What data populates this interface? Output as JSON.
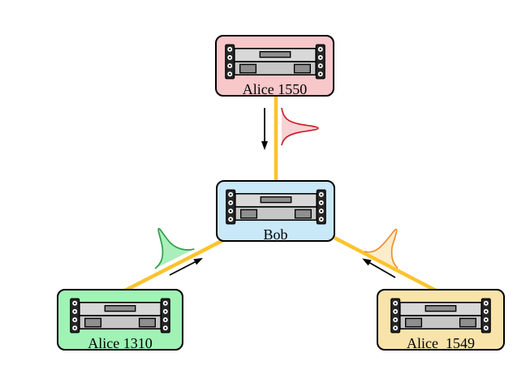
{
  "canvas": {
    "background": "#ffffff"
  },
  "diagram": {
    "type": "network-topology",
    "nodes": [
      {
        "id": "alice-1550",
        "label": "Alice 1550",
        "fill": "#f7c7ca",
        "border": "#000000"
      },
      {
        "id": "bob",
        "label": "Bob",
        "fill": "#c9e8f8",
        "border": "#000000"
      },
      {
        "id": "alice-1310",
        "label": "Alice 1310",
        "fill": "#a0f2b5",
        "border": "#000000"
      },
      {
        "id": "alice-1549",
        "label": "Alice  1549",
        "fill": "#f8e3ab",
        "border": "#000000"
      }
    ],
    "links": [
      {
        "from": "alice-1550",
        "to": "bob",
        "direction": "down",
        "stroke": "#fcc32d",
        "arrow_color": "#000000",
        "pulse_stroke": "#cc2128",
        "pulse_fill": "#f8d2d4"
      },
      {
        "from": "alice-1310",
        "to": "bob",
        "direction": "up-right",
        "stroke": "#fcc32d",
        "arrow_color": "#000000",
        "pulse_stroke": "#2f9e4a",
        "pulse_fill": "#a9efbc"
      },
      {
        "from": "alice-1549",
        "to": "bob",
        "direction": "up-left",
        "stroke": "#fcc32d",
        "arrow_color": "#000000",
        "pulse_stroke": "#ef8e2e",
        "pulse_fill": "#fbeccb"
      }
    ],
    "icon": {
      "name": "server-rack-icon"
    }
  }
}
